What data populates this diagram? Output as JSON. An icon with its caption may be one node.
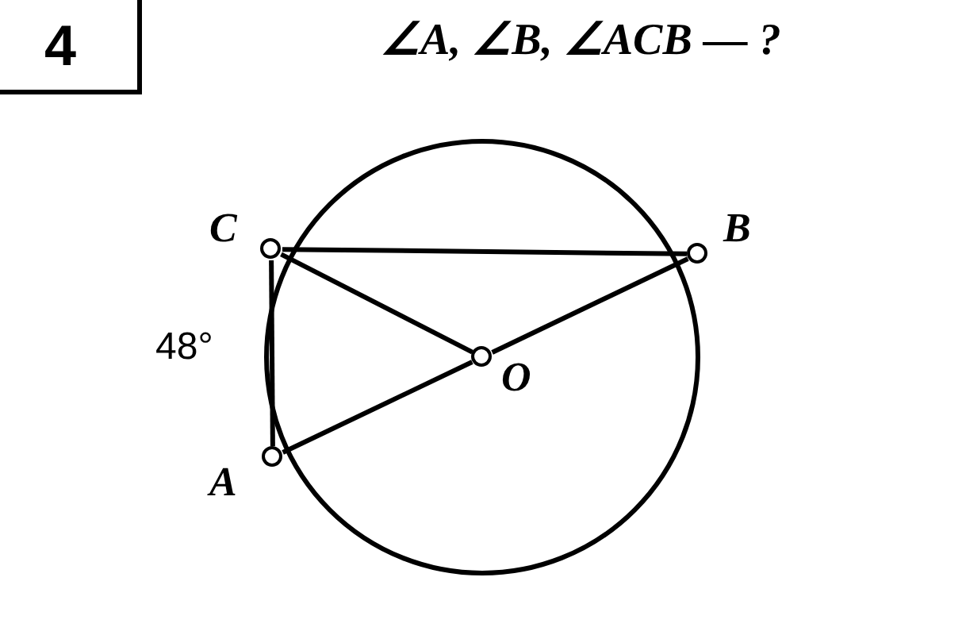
{
  "diagram": {
    "nodes": [
      {
        "text": [],
        "shape": "circle",
        "beside": [
          "C"
        ]
      },
      {
        "text": [],
        "shape": "circle",
        "beside": [
          "B"
        ]
      },
      {
        "text": [],
        "shape": "circle",
        "beside": [
          "O"
        ]
      },
      {
        "text": [],
        "shape": "circle",
        "beside": [
          "A"
        ]
      }
    ],
    "edges": [
      {
        "from": 0,
        "to": 1,
        "arrow": "none"
      },
      {
        "from": 0,
        "to": 2,
        "arrow": "none"
      },
      {
        "from": 0,
        "to": 3,
        "arrow": "none"
      },
      {
        "from": 3,
        "to": 2,
        "arrow": "none"
      },
      {
        "from": 2,
        "to": 1,
        "arrow": "none"
      }
    ],
    "labels": [
      "4",
      "∠A, ∠B, ∠ACB — ?",
      "48°"
    ]
  }
}
